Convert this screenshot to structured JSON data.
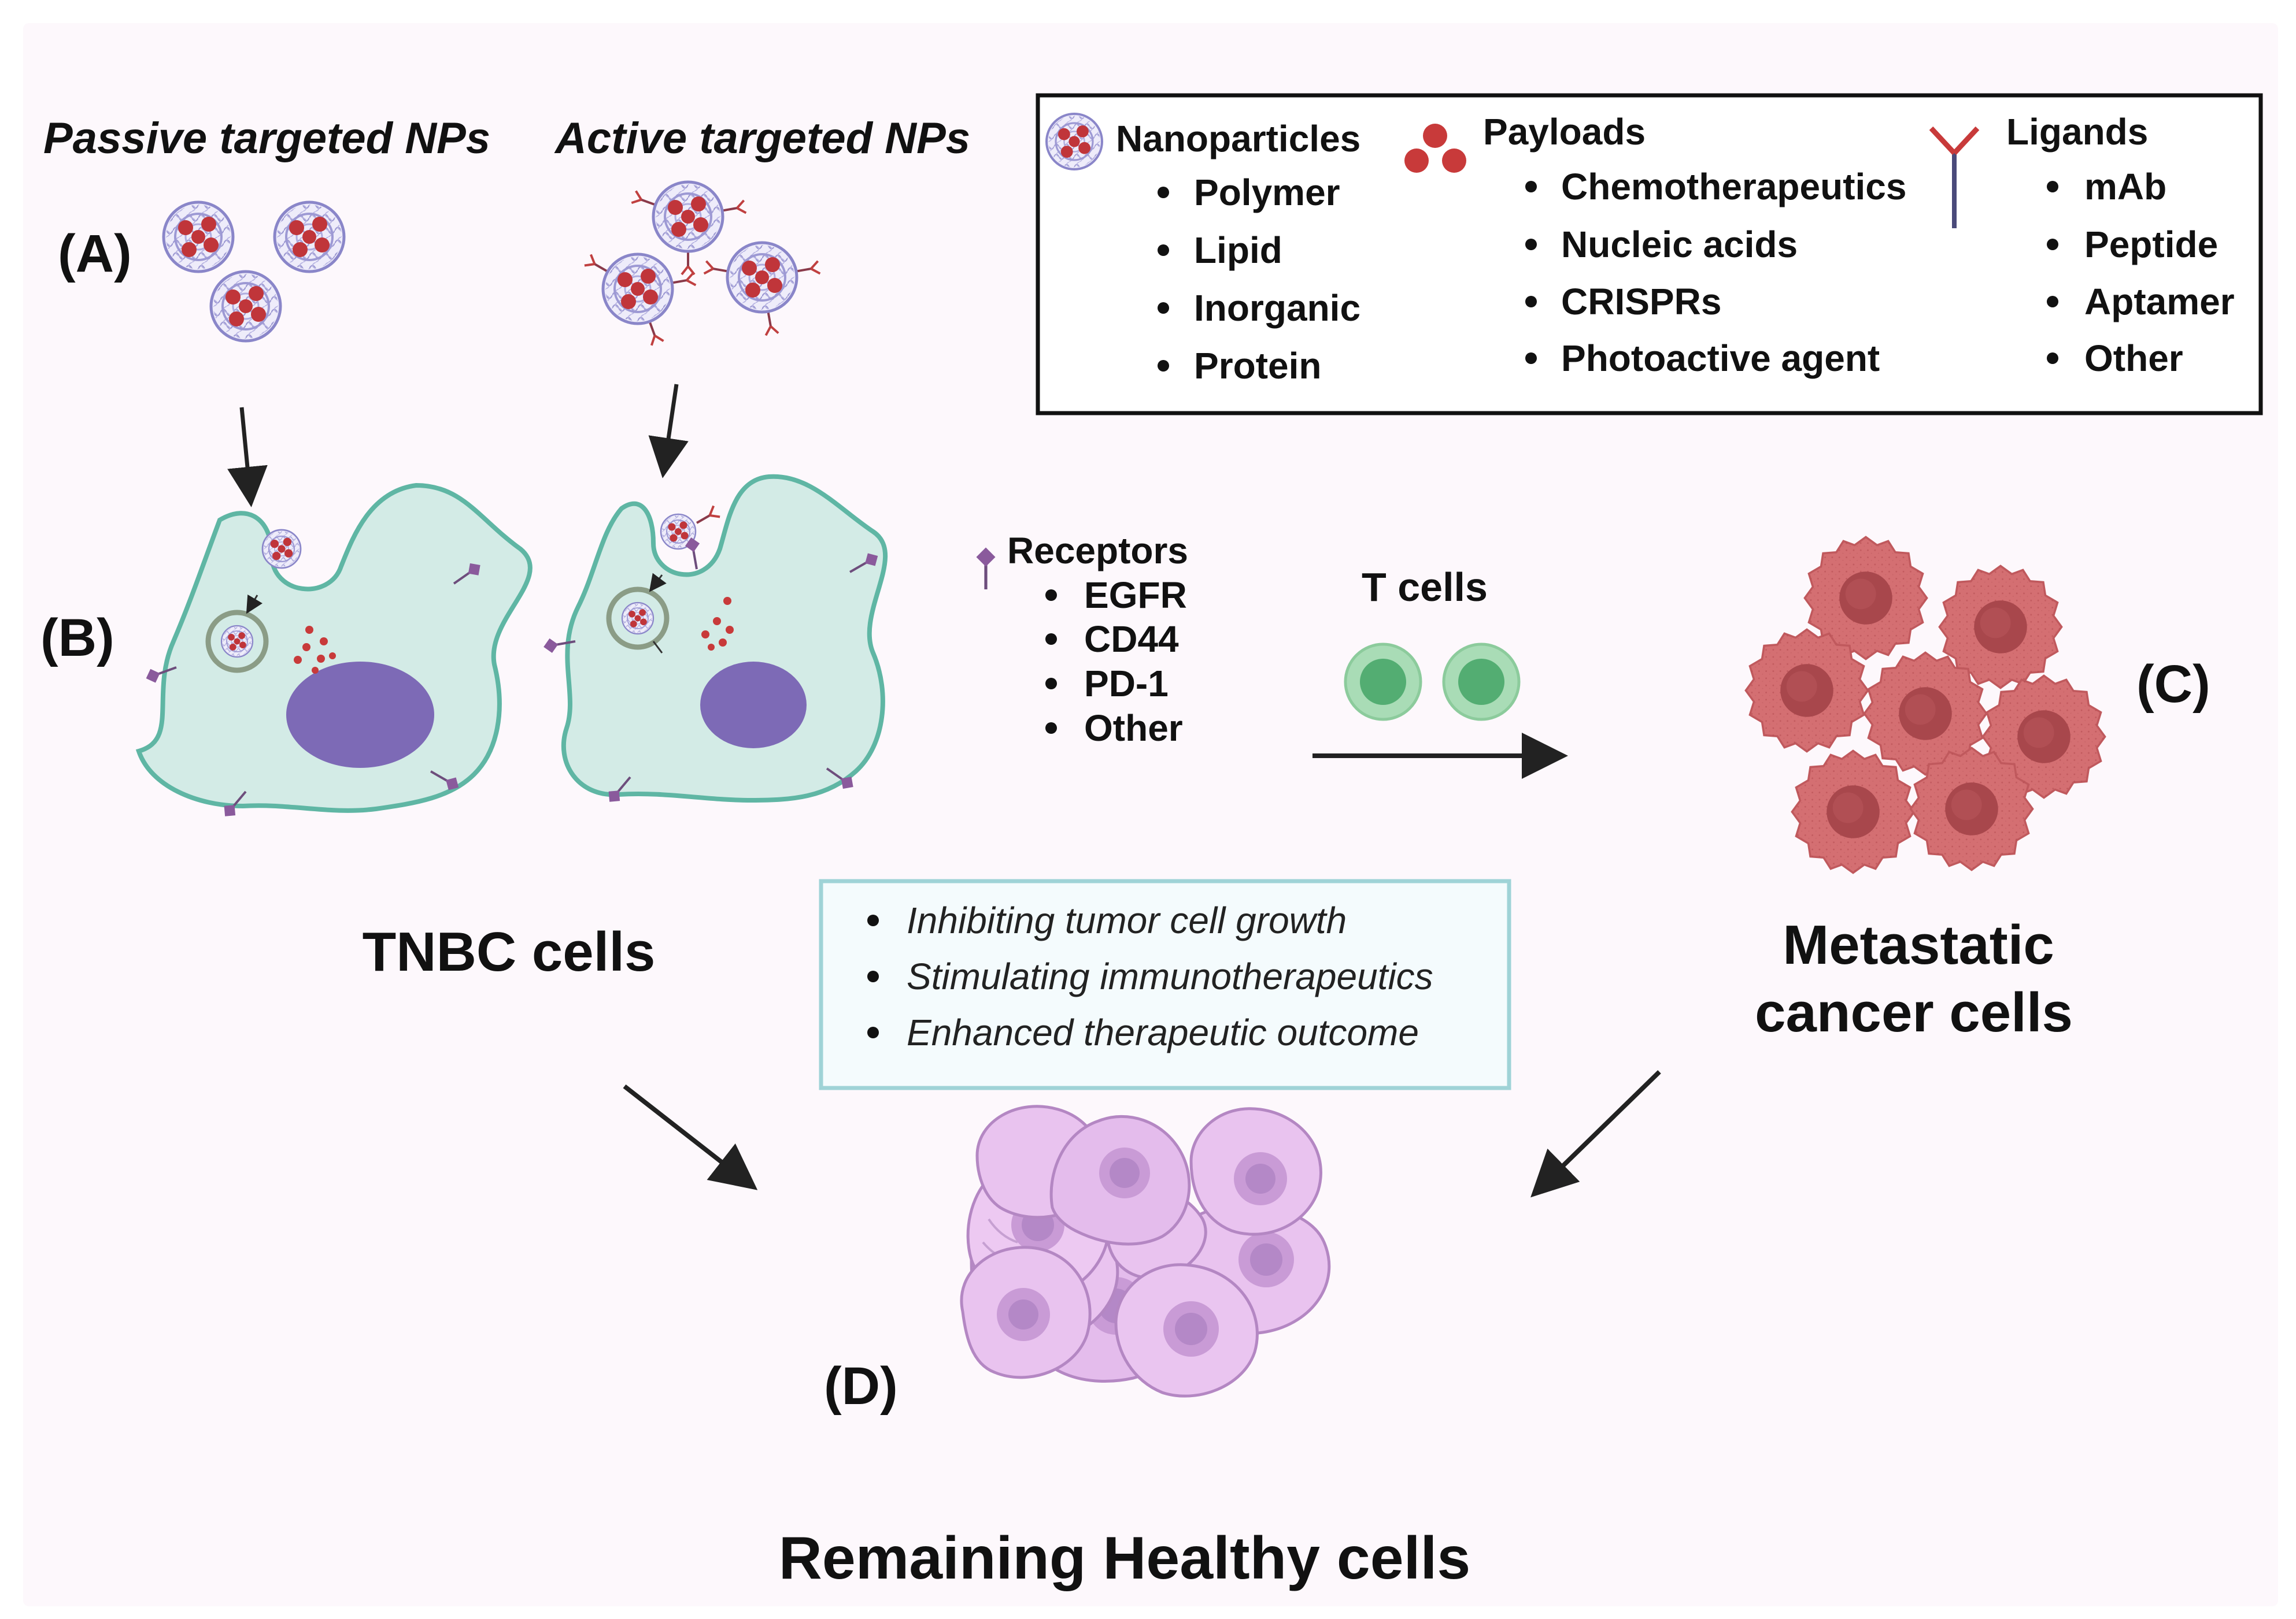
{
  "headers": {
    "passive": "Passive targeted NPs",
    "active": "Active targeted NPs"
  },
  "panel_labels": {
    "a": "(A)",
    "b": "(B)",
    "c": "(C)",
    "d": "(D)"
  },
  "legend": {
    "nanoparticles": {
      "title": "Nanoparticles",
      "items": [
        "Polymer",
        "Lipid",
        "Inorganic",
        "Protein"
      ]
    },
    "payloads": {
      "title": "Payloads",
      "items": [
        "Chemotherapeutics",
        "Nucleic acids",
        "CRISPRs",
        "Photoactive agent"
      ]
    },
    "ligands": {
      "title": "Ligands",
      "items": [
        "mAb",
        "Peptide",
        "Aptamer",
        "Other"
      ]
    }
  },
  "receptors": {
    "title": "Receptors",
    "items": [
      "EGFR",
      "CD44",
      "PD-1",
      "Other"
    ]
  },
  "tcells": {
    "title": "T cells"
  },
  "outcomes": [
    "Inhibiting tumor cell growth",
    "Stimulating immunotherapeutics",
    "Enhanced therapeutic outcome"
  ],
  "labels": {
    "tnbc": "TNBC cells",
    "metastatic_line1": "Metastatic",
    "metastatic_line2": "cancer cells",
    "healthy": "Remaining Healthy cells"
  },
  "colors": {
    "background": "#fdf8fc",
    "cell_fill": "#d3ebe6",
    "cell_stroke": "#5fb6a4",
    "nucleus": "#7d6ab6",
    "payload": "#c83a3a",
    "nanoparticle_stroke": "#8a86c9",
    "receptor": "#8a5a9c",
    "tcell_outer": "#a9dcb6",
    "tcell_inner": "#53ad72",
    "cancer_fill": "#d46f72",
    "cancer_core": "#a8474c",
    "healthy_fill": "#e9c3ef",
    "healthy_nucleus": "#c99bd6",
    "outcome_box_fill": "#f4fbfd",
    "outcome_box_stroke": "#9fd3d7",
    "arrow": "#222222"
  }
}
